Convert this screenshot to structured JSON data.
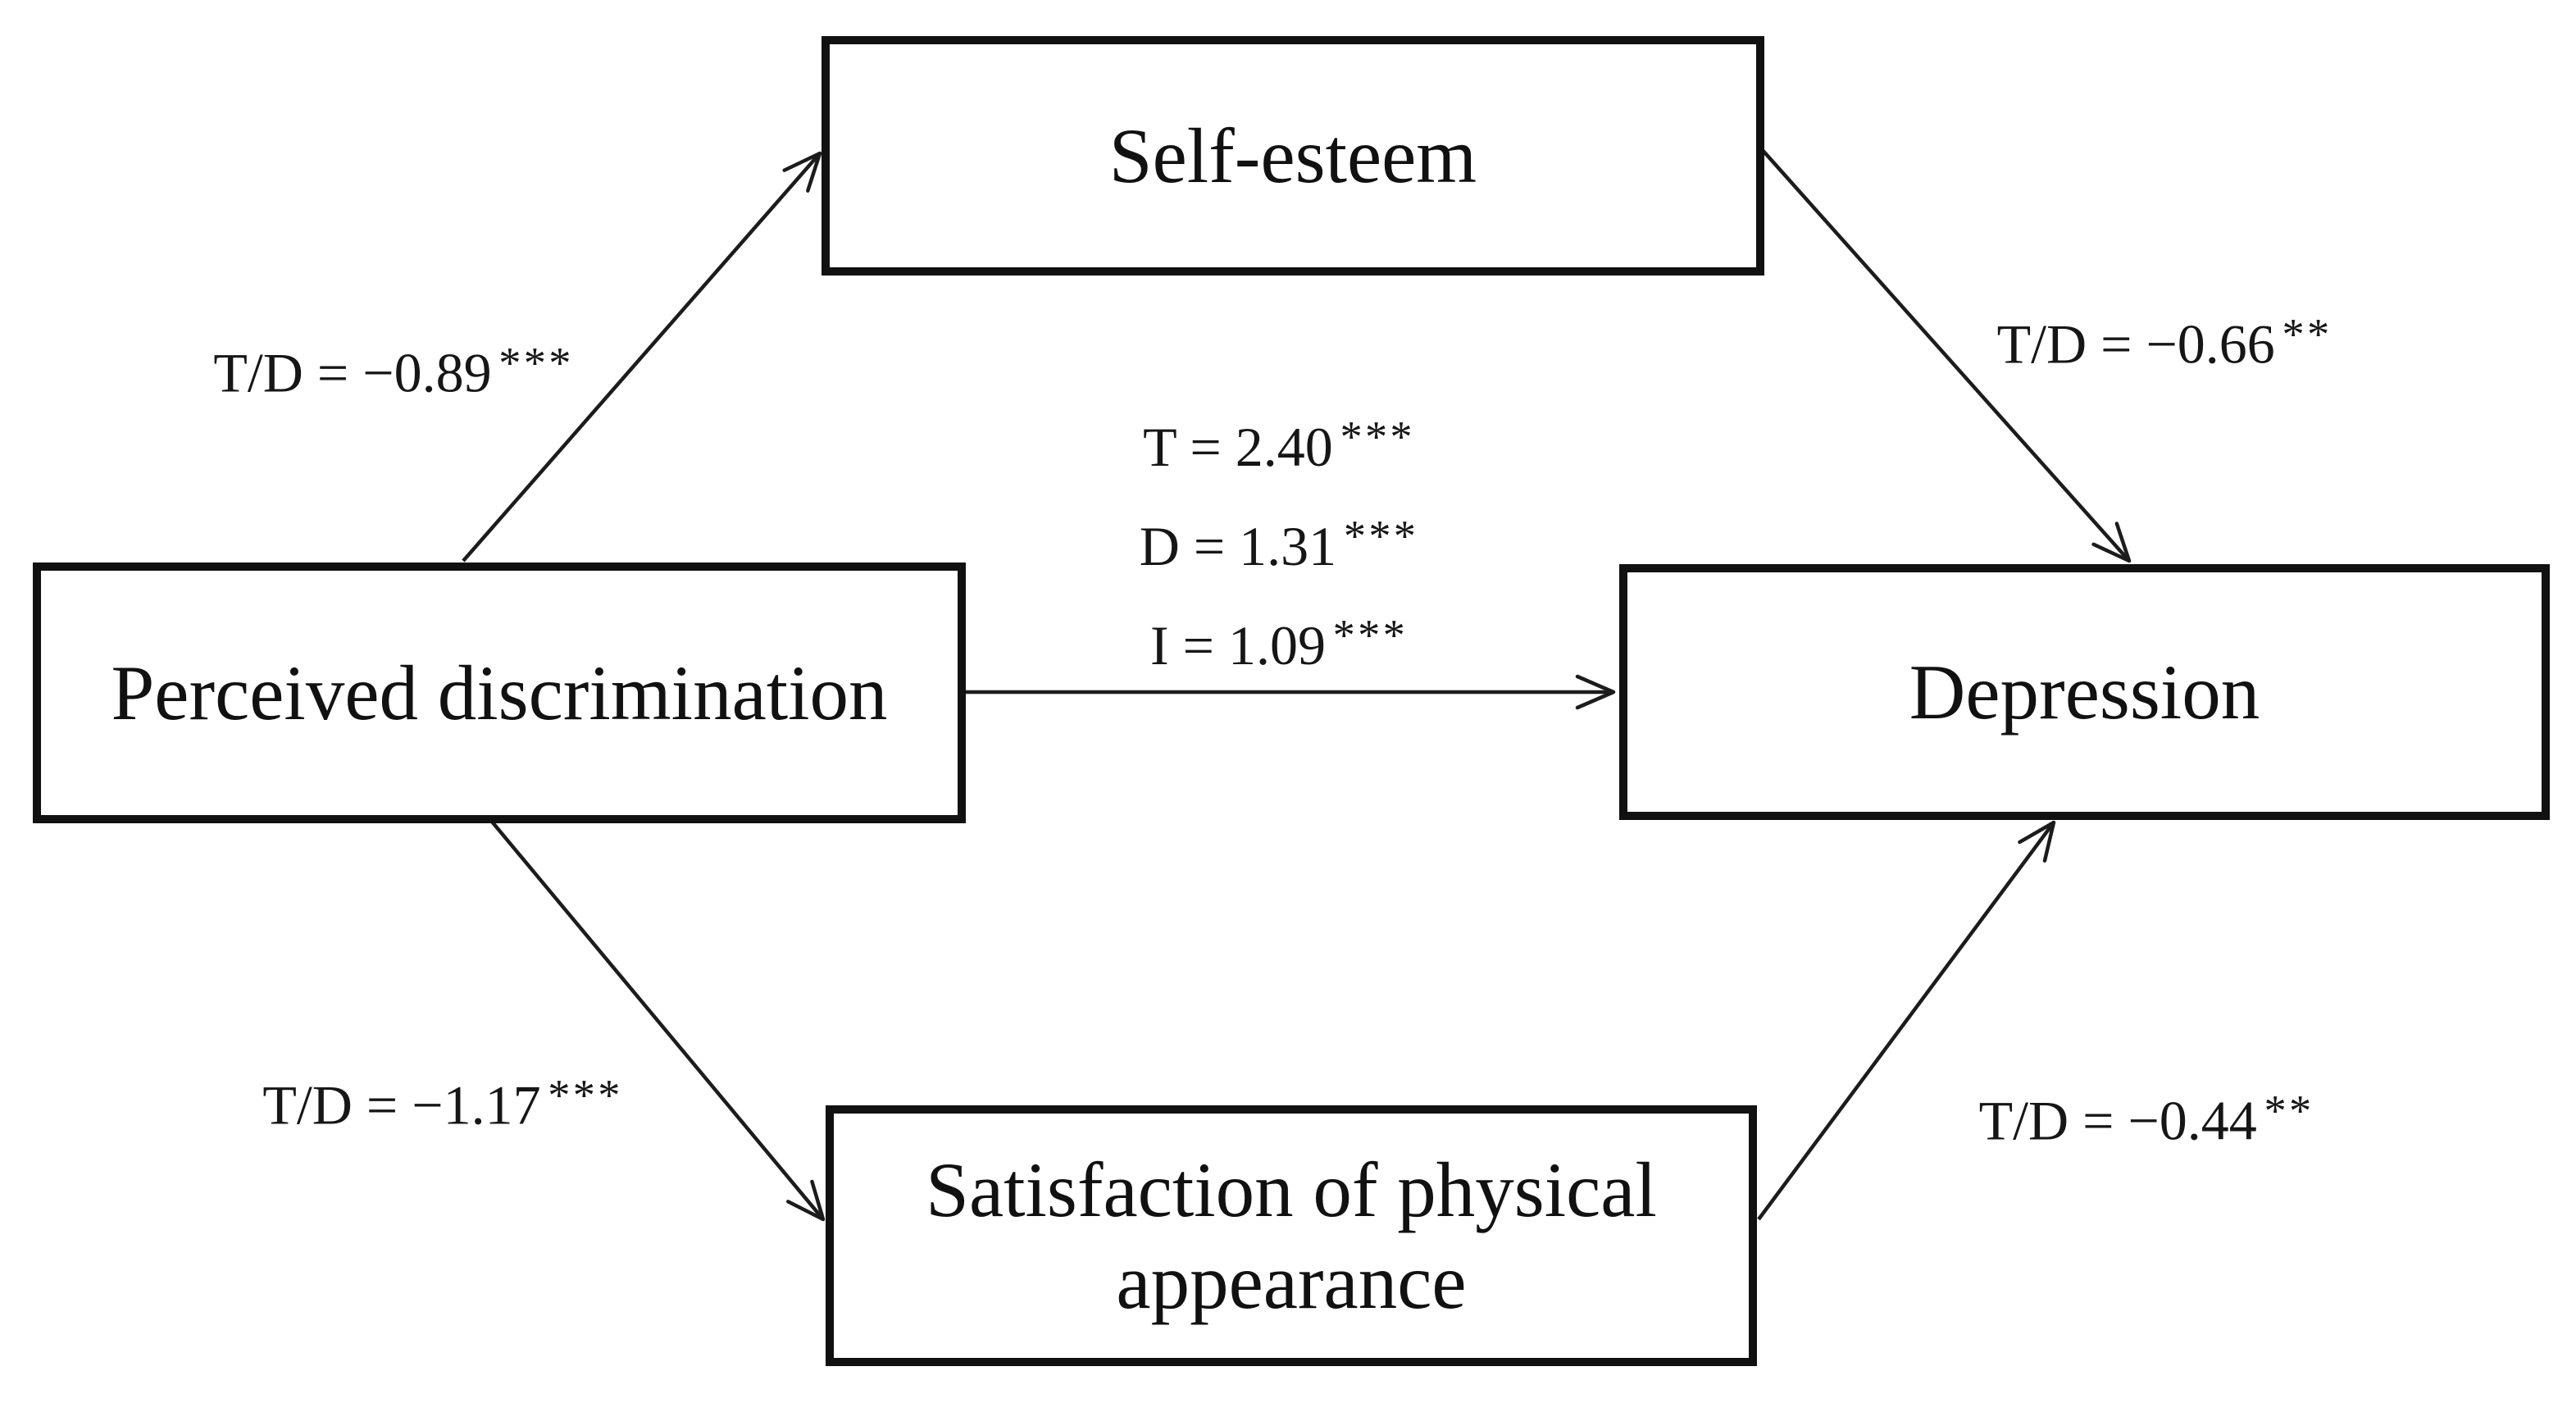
{
  "diagram": {
    "colors": {
      "ink": "#111111",
      "background": "#ffffff"
    },
    "nodes": {
      "self_esteem": {
        "label": "Self-esteem"
      },
      "perceived_discrimination": {
        "label": "Perceived discrimination"
      },
      "depression": {
        "label": "Depression"
      },
      "satisfaction_physical_appearance": {
        "label": "Satisfaction of physical appearance"
      }
    },
    "edges": {
      "perceived_to_self_esteem": {
        "value": "T/D = −0.89",
        "stars": "***"
      },
      "self_esteem_to_depression": {
        "value": "T/D = −0.66",
        "stars": "**"
      },
      "perceived_to_depression": {
        "lines": [
          {
            "value": "T = 2.40",
            "stars": "***"
          },
          {
            "value": "D = 1.31",
            "stars": "***"
          },
          {
            "value": "I = 1.09",
            "stars": "***"
          }
        ]
      },
      "perceived_to_satisfaction": {
        "value": "T/D = −1.17",
        "stars": "***"
      },
      "satisfaction_to_depression": {
        "value": "T/D = −0.44",
        "stars": "**"
      }
    }
  }
}
